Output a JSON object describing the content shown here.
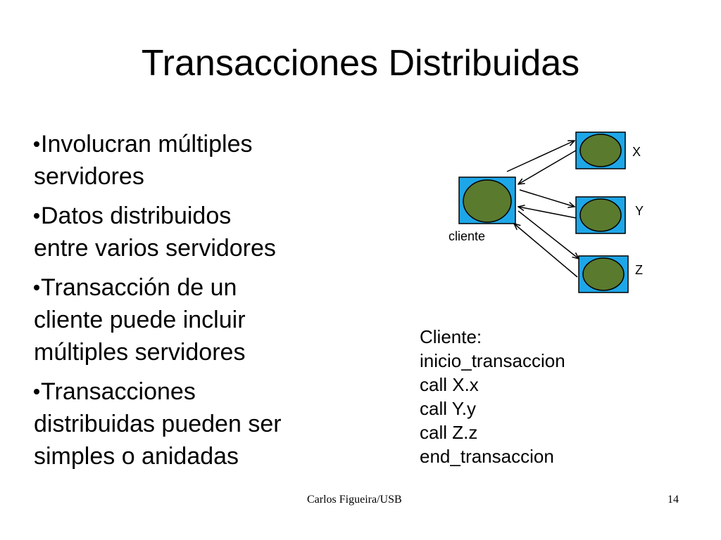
{
  "slide": {
    "title": "Transacciones Distribuidas",
    "bullets": [
      [
        "Involucran múltiples",
        "servidores"
      ],
      [
        "Datos distribuidos",
        "entre varios servidores"
      ],
      [
        "Transacción de un",
        "cliente puede incluir",
        "múltiples servidores"
      ],
      [
        "Transacciones",
        "distribuidas pueden ser",
        "simples o anidadas"
      ]
    ],
    "code_lines": [
      "Cliente:",
      "inicio_transaccion",
      "call X.x",
      "call Y.y",
      "call Z.z",
      "end_transaccion"
    ],
    "footer": {
      "author": "Carlos Figueira/USB",
      "page": "14"
    }
  },
  "diagram": {
    "client_label": "cliente",
    "servers": [
      "X",
      "Y",
      "Z"
    ],
    "colors": {
      "box_fill": "#1ea7e8",
      "node_fill": "#5a7a2e",
      "stroke": "#000000"
    }
  }
}
